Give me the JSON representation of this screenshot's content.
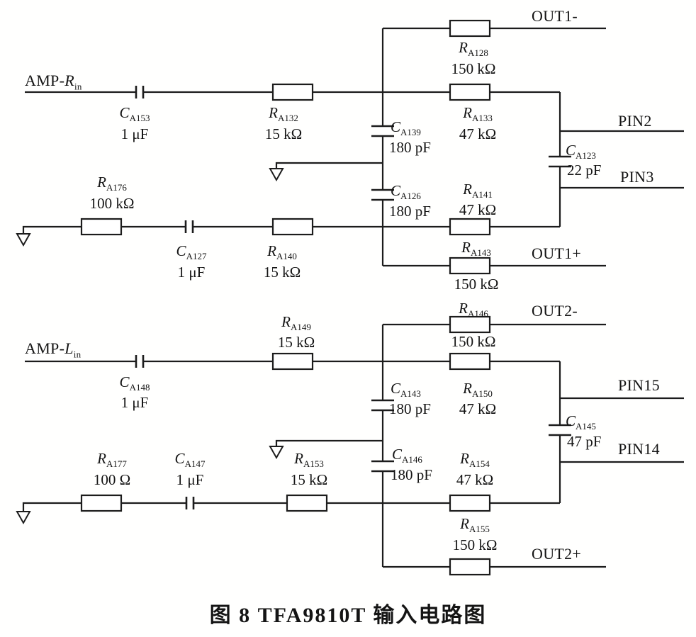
{
  "page": {
    "background": "#ffffff",
    "line_color": "#1c1c1c"
  },
  "caption": "图 8  TFA9810T 输入电路图",
  "nets": {
    "out1_minus": "OUT1-",
    "pin2": "PIN2",
    "pin3": "PIN3",
    "out1_plus": "OUT1+",
    "out2_minus": "OUT2-",
    "pin15": "PIN15",
    "pin14": "PIN14",
    "out2_plus": "OUT2+",
    "amp_r": {
      "prefix": "AMP-",
      "sym": "R",
      "sub": "in"
    },
    "amp_l": {
      "prefix": "AMP-",
      "sym": "L",
      "sub": "in"
    }
  },
  "components": {
    "ca153": {
      "sym": "C",
      "sub": "A153",
      "value": "1 μF"
    },
    "ra132": {
      "sym": "R",
      "sub": "A132",
      "value": "15 kΩ"
    },
    "ra128": {
      "sym": "R",
      "sub": "A128",
      "value": "150 kΩ"
    },
    "ra133": {
      "sym": "R",
      "sub": "A133",
      "value": "47 kΩ"
    },
    "ca139": {
      "sym": "C",
      "sub": "A139",
      "value": "180 pF"
    },
    "ca126": {
      "sym": "C",
      "sub": "A126",
      "value": "180 pF"
    },
    "ca123": {
      "sym": "C",
      "sub": "A123",
      "value": "22 pF"
    },
    "ra176": {
      "sym": "R",
      "sub": "A176",
      "value": "100 kΩ"
    },
    "ca127": {
      "sym": "C",
      "sub": "A127",
      "value": "1 μF"
    },
    "ra140": {
      "sym": "R",
      "sub": "A140",
      "value": "15 kΩ"
    },
    "ra141": {
      "sym": "R",
      "sub": "A141",
      "value": "47 kΩ"
    },
    "ra143": {
      "sym": "R",
      "sub": "A143",
      "value": "150 kΩ"
    },
    "ra146": {
      "sym": "R",
      "sub": "A146",
      "value": "150 kΩ"
    },
    "ca148": {
      "sym": "C",
      "sub": "A148",
      "value": "1 μF"
    },
    "ra149": {
      "sym": "R",
      "sub": "A149",
      "value": "15 kΩ"
    },
    "ra150": {
      "sym": "R",
      "sub": "A150",
      "value": "47 kΩ"
    },
    "ca143": {
      "sym": "C",
      "sub": "A143",
      "value": "180 pF"
    },
    "ca145": {
      "sym": "C",
      "sub": "A145",
      "value": "47 pF"
    },
    "ca146": {
      "sym": "C",
      "sub": "A146",
      "value": "180 pF"
    },
    "ra177": {
      "sym": "R",
      "sub": "A177",
      "value": "100 Ω"
    },
    "ca147": {
      "sym": "C",
      "sub": "A147",
      "value": "1 μF"
    },
    "ra153": {
      "sym": "R",
      "sub": "A153",
      "value": "15 kΩ"
    },
    "ra154": {
      "sym": "R",
      "sub": "A154",
      "value": "47 kΩ"
    },
    "ra155": {
      "sym": "R",
      "sub": "A155",
      "value": "150 kΩ"
    }
  }
}
